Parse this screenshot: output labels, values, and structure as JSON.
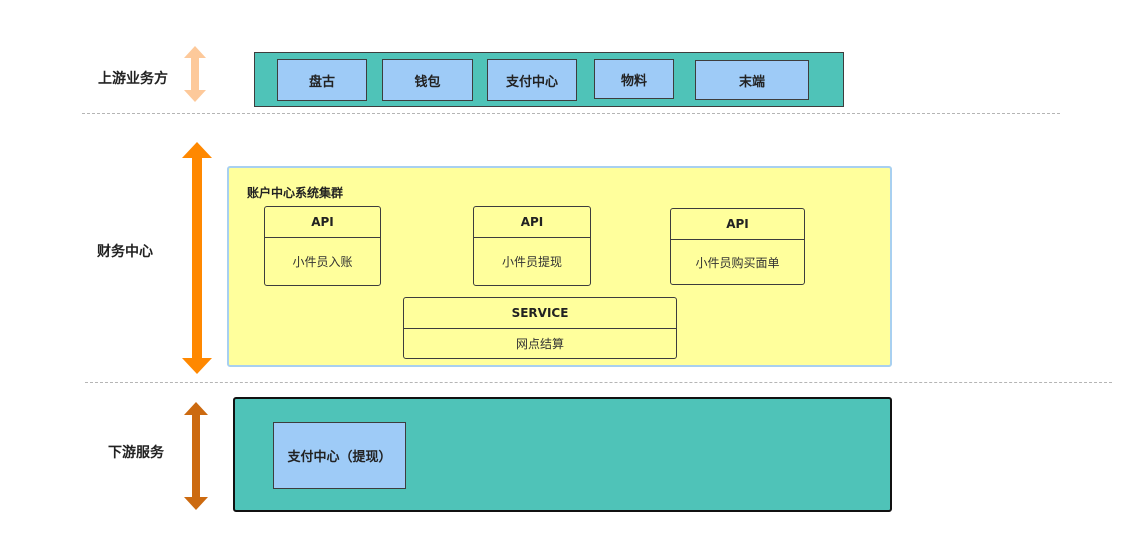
{
  "colors": {
    "teal": "#4fc3b8",
    "chip_blue": "#9ecbf7",
    "cluster_yellow": "#ffff9c",
    "cluster_border": "#a8d0f0",
    "arrow_upstream": "#fdc99a",
    "arrow_finance": "#ff8800",
    "arrow_downstream": "#cc6a10"
  },
  "upstream": {
    "label": "上游业务方",
    "arrow_icon": "double-arrow-vertical",
    "systems": [
      "盘古",
      "钱包",
      "支付中心",
      "物料",
      "末端"
    ]
  },
  "finance": {
    "label": "财务中心",
    "arrow_icon": "double-arrow-vertical",
    "cluster": {
      "title": "账户中心系统集群",
      "apis": [
        {
          "head": "API",
          "body": "小件员入账"
        },
        {
          "head": "API",
          "body": "小件员提现"
        },
        {
          "head": "API",
          "body": "小件员购买面单"
        }
      ],
      "service": {
        "head": "SERVICE",
        "body": "网点结算"
      }
    }
  },
  "downstream": {
    "label": "下游服务",
    "arrow_icon": "double-arrow-vertical",
    "systems": [
      "支付中心（提现）"
    ]
  }
}
